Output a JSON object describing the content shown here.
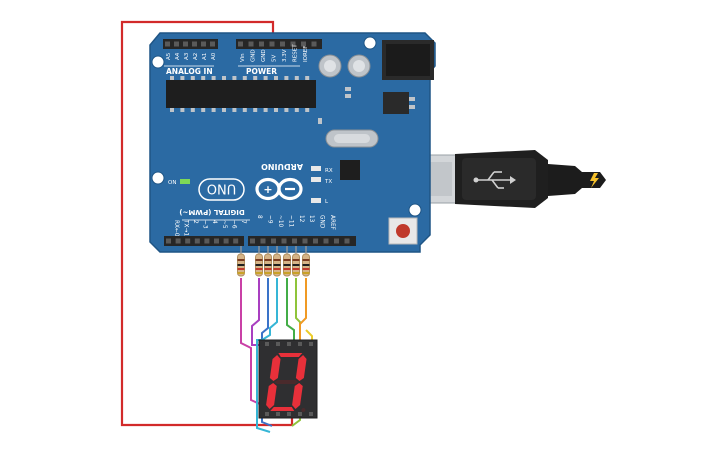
{
  "board": {
    "brand": "ARDUINO",
    "model": "UNO",
    "analog_header": "ANALOG IN",
    "power_header": "POWER",
    "digital_header": "DIGITAL (PWM~)",
    "on_label": "ON",
    "tx_led": "TX",
    "rx_led": "RX",
    "l_led": "L",
    "analog_pins": [
      "A5",
      "A4",
      "A3",
      "A2",
      "A1",
      "A0"
    ],
    "power_pins": [
      "Vin",
      "GND",
      "GND",
      "5V",
      "3.3V",
      "RESET",
      "IOREF"
    ],
    "digital_pins_high": [
      "AREF",
      "GND",
      "13",
      "12",
      "~11",
      "~10",
      "~9",
      "8"
    ],
    "digital_pins_low": [
      "7",
      "~6",
      "~5",
      "4",
      "~3",
      "2",
      "TX→1",
      "RX←0"
    ]
  },
  "display": {
    "digit": "0"
  },
  "colors": {
    "board": "#2b6aa3",
    "board_edge": "#1f5585",
    "header": "#262626",
    "segment_on": "#e8303a",
    "segment_off": "#4a2a2c",
    "display_body": "#2f2f31",
    "wire_red": "#d22a2a",
    "wire_purple": "#a93fc0",
    "wire_magenta": "#c940a6",
    "wire_blue": "#3a73c8",
    "wire_cyan": "#36b6d6",
    "wire_green": "#43ad47",
    "wire_lime": "#8fc43a",
    "wire_orange": "#f09a24",
    "wire_yellow": "#eccc2a",
    "usb_cable": "#1f1f1f",
    "resistor": "#d6b487"
  }
}
